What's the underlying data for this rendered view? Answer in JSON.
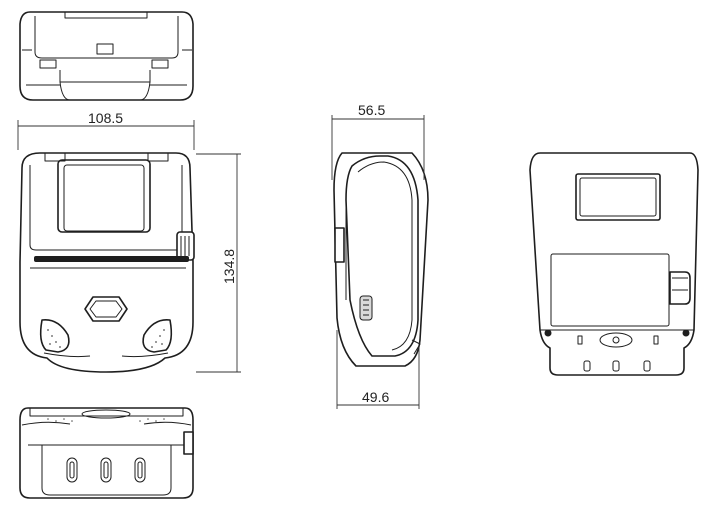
{
  "dimensions": {
    "front_width": "108.5",
    "front_height": "134.8",
    "side_depth_top": "56.5",
    "side_depth_bottom": "49.6"
  }
}
